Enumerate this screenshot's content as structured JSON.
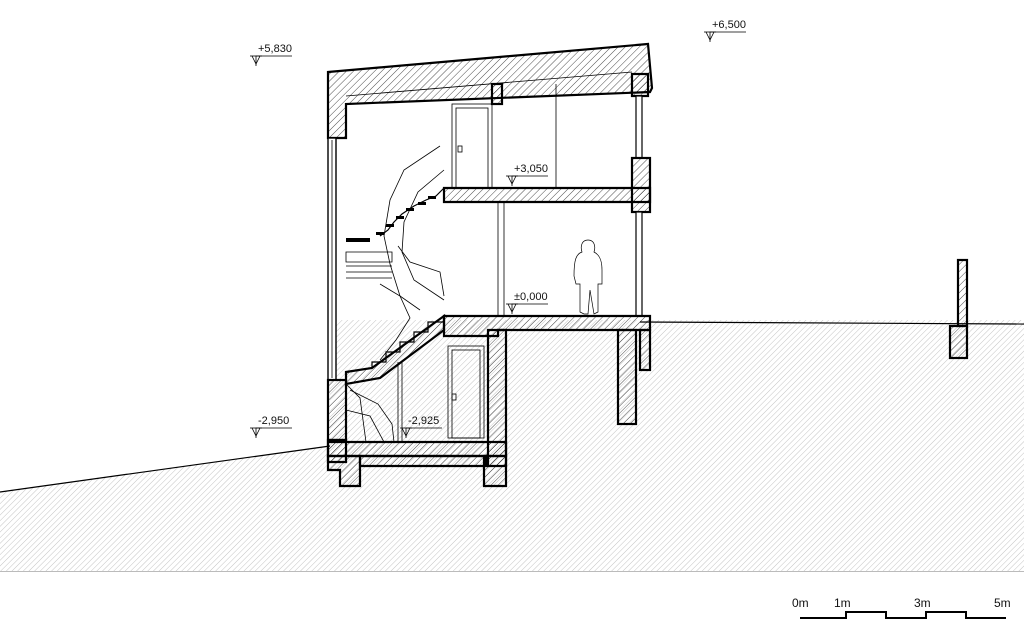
{
  "levels": {
    "roof_low": "+5,830",
    "roof_high": "+6,500",
    "upper_floor": "+3,050",
    "ground_floor": "±0,000",
    "terrain_low": "-2,950",
    "basement": "-2,925"
  },
  "scale_bar": {
    "labels": [
      "0m",
      "1m",
      "3m",
      "5m"
    ]
  }
}
